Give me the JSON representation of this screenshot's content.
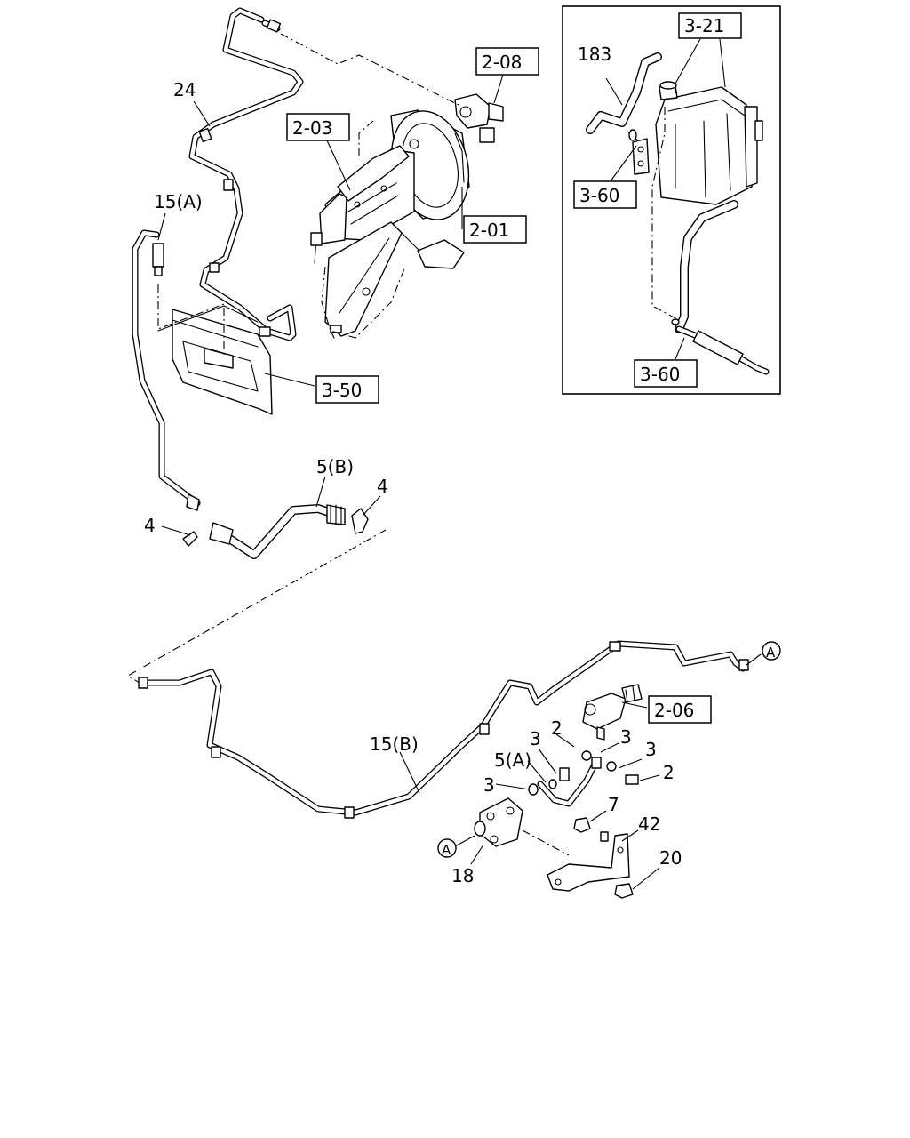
{
  "labels": {
    "l_24": "24",
    "l_15a": "15(A)",
    "l_208": "2-08",
    "l_203": "2-03",
    "l_201": "2-01",
    "l_350": "3-50",
    "l_5b": "5(B)",
    "l_4a": "4",
    "l_4b": "4",
    "l_321": "3-21",
    "l_183": "183",
    "l_360a": "3-60",
    "l_360b": "3-60",
    "l_15b": "15(B)",
    "l_206": "2-06",
    "l_2a": "2",
    "l_3a": "3",
    "l_3b": "3",
    "l_3c": "3",
    "l_3d": "3",
    "l_5a": "5(A)",
    "l_2b": "2",
    "l_7": "7",
    "l_42": "42",
    "l_20": "20",
    "l_18": "18",
    "conn_a1": "A",
    "conn_a2": "A"
  }
}
